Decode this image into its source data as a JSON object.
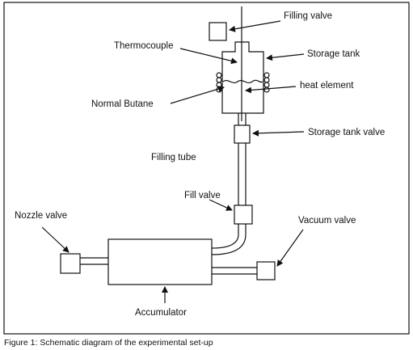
{
  "diagram": {
    "labels": {
      "filling_valve": "Filling valve",
      "thermocouple": "Thermocouple",
      "storage_tank": "Storage tank",
      "heat_element": "heat element",
      "normal_butane": "Normal Butane",
      "storage_tank_valve": "Storage tank valve",
      "filling_tube": "Filling tube",
      "fill_valve": "Fill valve",
      "nozzle_valve": "Nozzle valve",
      "vacuum_valve": "Vacuum valve",
      "accumulator": "Accumulator"
    },
    "caption": "Figure 1: Schematic diagram of the experimental set-up"
  }
}
